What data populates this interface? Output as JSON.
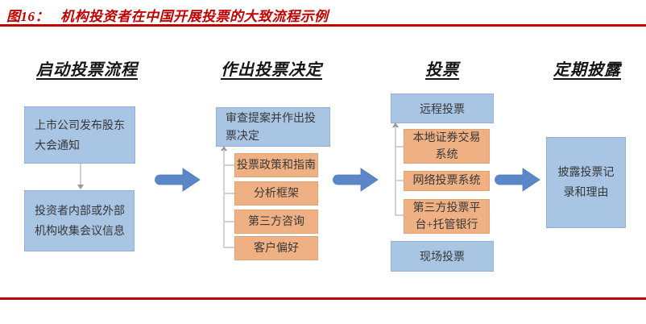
{
  "figure": {
    "label": "图16：",
    "title": "机构投资者在中国开展投票的大致流程示例"
  },
  "colors": {
    "accent_red": "#C00000",
    "box_blue": "#A9C5E4",
    "box_orange": "#EFB184",
    "arrow_blue": "#5B87C8",
    "connector_gray": "#D2D2D2"
  },
  "flow": {
    "stage1": {
      "heading": "启动投票流程",
      "box1": "上市公司发布股东大会通知",
      "box2": "投资者内部或外部机构收集会议信息"
    },
    "stage2": {
      "heading": "作出投票决定",
      "main_box": "审查提案并作出投票决定",
      "inputs": [
        "投票政策和指南",
        "分析框架",
        "第三方咨询",
        "客户偏好"
      ]
    },
    "stage3": {
      "heading": "投票",
      "remote_box": "远程投票",
      "channels": [
        "本地证券交易系统",
        "网络投票系统",
        "第三方投票平台+托管银行"
      ],
      "onsite_box": "现场投票"
    },
    "stage4": {
      "heading": "定期披露",
      "box": "披露投票记录和理由"
    }
  }
}
